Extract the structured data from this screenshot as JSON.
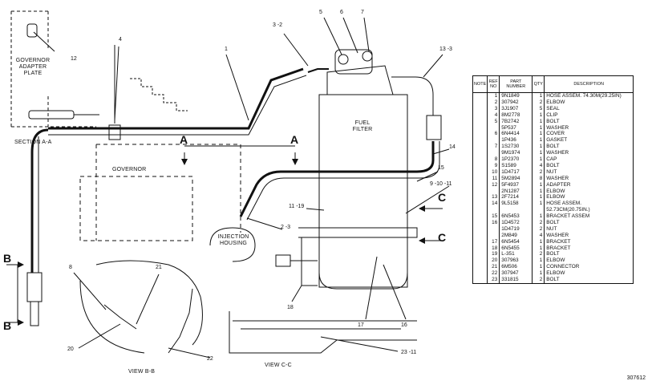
{
  "labels": {
    "governor_adapter_plate": [
      "GOVERNOR",
      "ADAPTER",
      "PLATE"
    ],
    "section_aa": "SECTION A-A",
    "governor": "GOVERNOR",
    "injection_housing": [
      "INJECTION",
      "HOUSING"
    ],
    "fuel_filter": [
      "FUEL",
      "FILTER"
    ],
    "view_bb": "VIEW B-B",
    "view_cc": "VIEW C-C",
    "section_a": "A",
    "section_b": "B",
    "section_c": "C"
  },
  "callouts": [
    "12",
    "4",
    "1",
    "3 -2",
    "5",
    "6",
    "7",
    "13 -3",
    "14",
    "15",
    "9 -10 -11",
    "11 -19",
    "2 -3",
    "18",
    "17",
    "16",
    "8",
    "21",
    "20",
    "22",
    "23 -11"
  ],
  "table": {
    "headers": [
      "NOTE",
      "REF NO",
      "PART NUMBER",
      "QTY",
      "DESCRIPTION"
    ],
    "rows": [
      {
        "note": "",
        "ref": "1",
        "part": "9N1849",
        "qty": "1",
        "desc": "HOSE ASSEM. 74.30M(29.25IN)"
      },
      {
        "note": "",
        "ref": "2",
        "part": "307942",
        "qty": "2",
        "desc": "ELBOW"
      },
      {
        "note": "",
        "ref": "3",
        "part": "3J1907",
        "qty": "5",
        "desc": "SEAL"
      },
      {
        "note": "",
        "ref": "4",
        "part": "8M2778",
        "qty": "1",
        "desc": "CLIP"
      },
      {
        "note": "",
        "ref": "5",
        "part": "7B2742",
        "qty": "1",
        "desc": "BOLT"
      },
      {
        "note": "",
        "ref": "",
        "part": "5P537",
        "qty": "1",
        "desc": "WASHER"
      },
      {
        "note": "",
        "ref": "6",
        "part": "6N4414",
        "qty": "1",
        "desc": "COVER"
      },
      {
        "note": "",
        "ref": "",
        "part": "1P436",
        "qty": "1",
        "desc": "GASKET"
      },
      {
        "note": "",
        "ref": "7",
        "part": "1S2730",
        "qty": "1",
        "desc": "BOLT"
      },
      {
        "note": "",
        "ref": "",
        "part": "9M1974",
        "qty": "1",
        "desc": "WASHER"
      },
      {
        "note": "",
        "ref": "8",
        "part": "1P2370",
        "qty": "1",
        "desc": "CAP"
      },
      {
        "note": "",
        "ref": "9",
        "part": "S1589",
        "qty": "4",
        "desc": "BOLT"
      },
      {
        "note": "",
        "ref": "10",
        "part": "1D4717",
        "qty": "2",
        "desc": "NUT"
      },
      {
        "note": "",
        "ref": "11",
        "part": "5M2894",
        "qty": "8",
        "desc": "WASHER"
      },
      {
        "note": "",
        "ref": "12",
        "part": "5F4937",
        "qty": "1",
        "desc": "ADAPTER"
      },
      {
        "note": "",
        "ref": "",
        "part": "2N1287",
        "qty": "1",
        "desc": "ELBOW"
      },
      {
        "note": "",
        "ref": "13",
        "part": "2F7214",
        "qty": "1",
        "desc": "ELBOW"
      },
      {
        "note": "",
        "ref": "14",
        "part": "9L5158",
        "qty": "1",
        "desc": "HOSE ASSEM."
      },
      {
        "note": "",
        "ref": "",
        "part": "",
        "qty": "",
        "desc": "52.73CM(20.75IN.)"
      },
      {
        "note": "",
        "ref": "15",
        "part": "6N5453",
        "qty": "1",
        "desc": "BRACKET ASSEM"
      },
      {
        "note": "",
        "ref": "16",
        "part": "1D4572",
        "qty": "2",
        "desc": "BOLT"
      },
      {
        "note": "",
        "ref": "",
        "part": "1D4719",
        "qty": "2",
        "desc": "NUT"
      },
      {
        "note": "",
        "ref": "",
        "part": "2M849",
        "qty": "4",
        "desc": "WASHER"
      },
      {
        "note": "",
        "ref": "17",
        "part": "6N5454",
        "qty": "1",
        "desc": "BRACKET"
      },
      {
        "note": "",
        "ref": "18",
        "part": "6N5455",
        "qty": "1",
        "desc": "BRACKET"
      },
      {
        "note": "",
        "ref": "19",
        "part": "L-351",
        "qty": "2",
        "desc": "BOLT"
      },
      {
        "note": "",
        "ref": "20",
        "part": "307963",
        "qty": "1",
        "desc": "ELBOW"
      },
      {
        "note": "",
        "ref": "21",
        "part": "6M506",
        "qty": "1",
        "desc": "CONNECTOR"
      },
      {
        "note": "",
        "ref": "22",
        "part": "307947",
        "qty": "1",
        "desc": "ELBOW"
      },
      {
        "note": "",
        "ref": "23",
        "part": "331815",
        "qty": "2",
        "desc": "BOLT"
      }
    ]
  },
  "drawing_number": "307612"
}
